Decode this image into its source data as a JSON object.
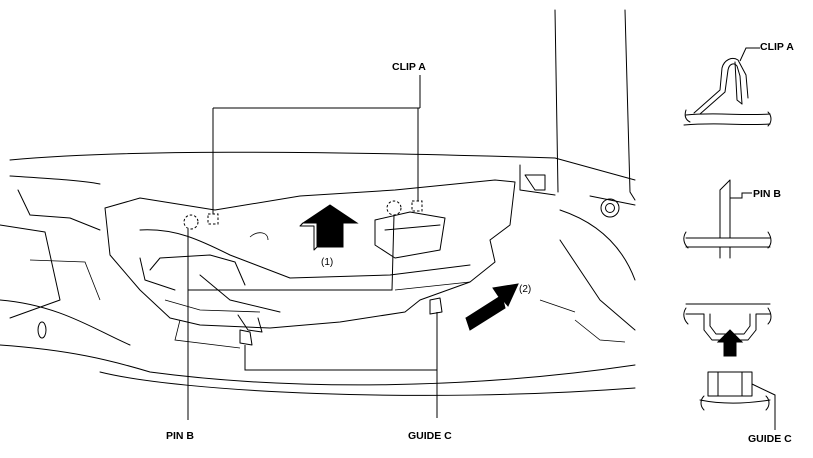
{
  "labels": {
    "clip_a_main": "CLIP A",
    "pin_b_main": "PIN B",
    "guide_c_main": "GUIDE C",
    "step_1": "(1)",
    "step_2": "(2)",
    "clip_a_detail": "CLIP A",
    "pin_b_detail": "PIN B",
    "guide_c_detail": "GUIDE C"
  }
}
